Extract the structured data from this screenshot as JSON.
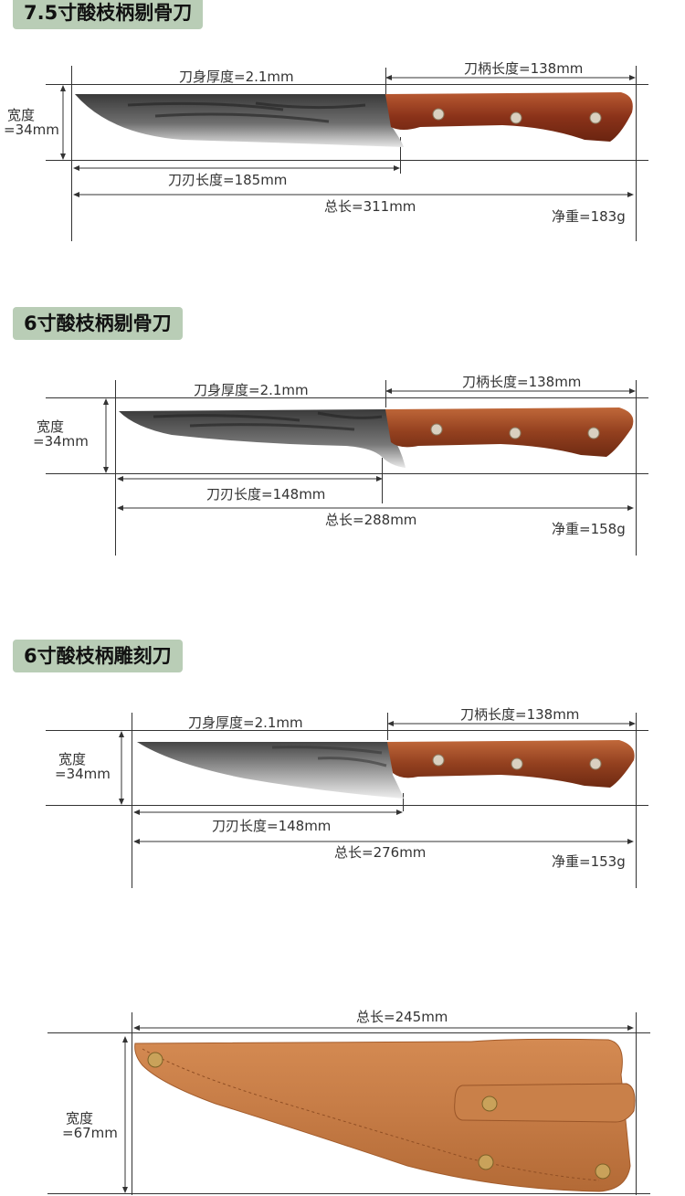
{
  "products": [
    {
      "title": "7.5寸酸枝柄剔骨刀",
      "thickness": "刀身厚度=2.1mm",
      "handle_length": "刀柄长度=138mm",
      "width_label": "宽度",
      "width_value": "=34mm",
      "blade_length": "刀刃长度=185mm",
      "total_length": "总长=311mm",
      "weight": "净重=183g"
    },
    {
      "title": "6寸酸枝柄剔骨刀",
      "thickness": "刀身厚度=2.1mm",
      "handle_length": "刀柄长度=138mm",
      "width_label": "宽度",
      "width_value": "=34mm",
      "blade_length": "刀刃长度=148mm",
      "total_length": "总长=288mm",
      "weight": "净重=158g"
    },
    {
      "title": "6寸酸枝柄雕刻刀",
      "thickness": "刀身厚度=2.1mm",
      "handle_length": "刀柄长度=138mm",
      "width_label": "宽度",
      "width_value": "=34mm",
      "blade_length": "刀刃长度=148mm",
      "total_length": "总长=276mm",
      "weight": "净重=153g"
    }
  ],
  "sheath": {
    "total_length": "总长=245mm",
    "width_label": "宽度",
    "width_value": "=67mm"
  },
  "colors": {
    "title_bg": "#b9cdb6",
    "handle": "#9b3f22",
    "sheath": "#c57b45",
    "rivet": "#c9a25a"
  }
}
